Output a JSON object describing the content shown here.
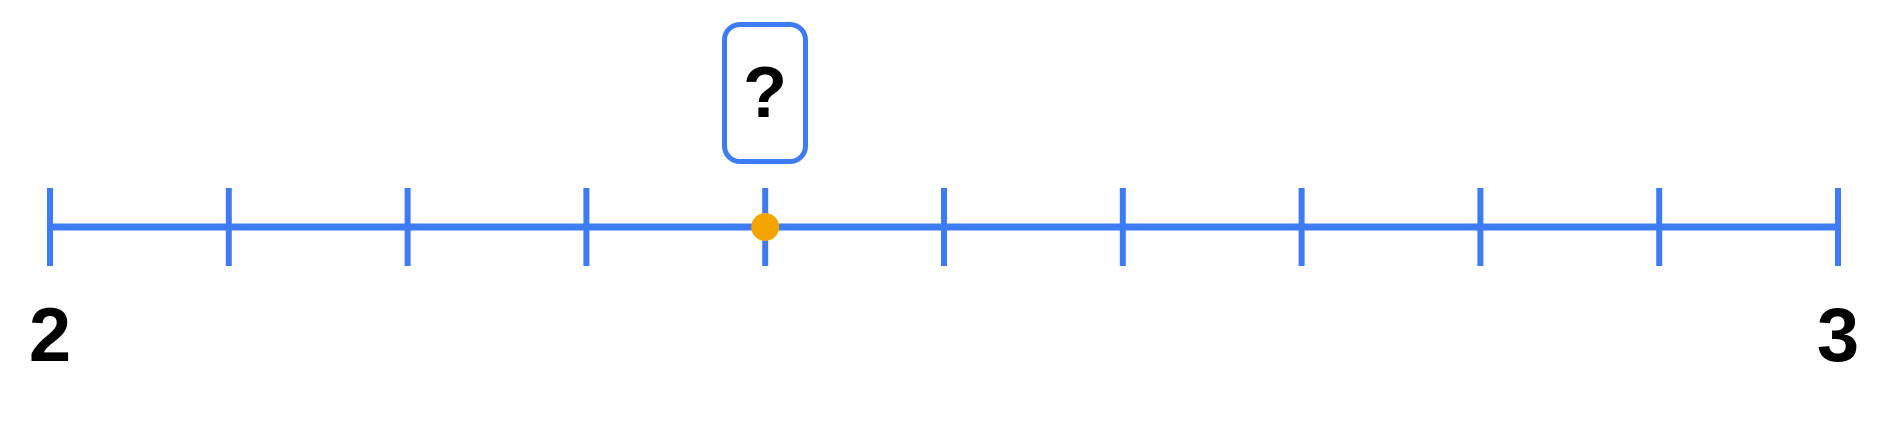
{
  "number_line": {
    "start_label": "2",
    "end_label": "3",
    "start_value": 2,
    "end_value": 3,
    "divisions": 10,
    "marked_value": 2.4,
    "question_mark": "?"
  },
  "colors": {
    "line": "#3d7cf5",
    "point": "#f5a500",
    "text": "#000000"
  }
}
